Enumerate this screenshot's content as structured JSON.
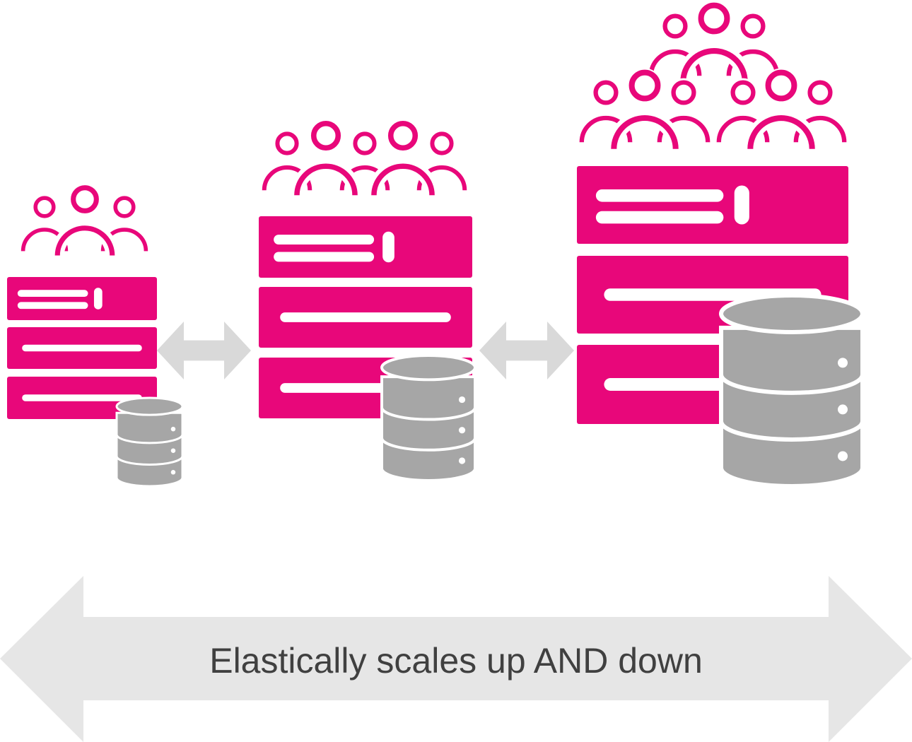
{
  "caption": "Elastically scales up AND down",
  "colors": {
    "brand": "#E8077A",
    "database": "#A6A6A6",
    "small_arrow": "#D9D9D9",
    "big_arrow": "#E6E6E6",
    "text": "#404040"
  },
  "tiers": [
    {
      "name": "small",
      "users": 3,
      "servers": 3,
      "databases": 1
    },
    {
      "name": "medium",
      "users": 5,
      "servers": 3,
      "databases": 1
    },
    {
      "name": "large",
      "users": 9,
      "servers": 3,
      "databases": 1
    }
  ]
}
